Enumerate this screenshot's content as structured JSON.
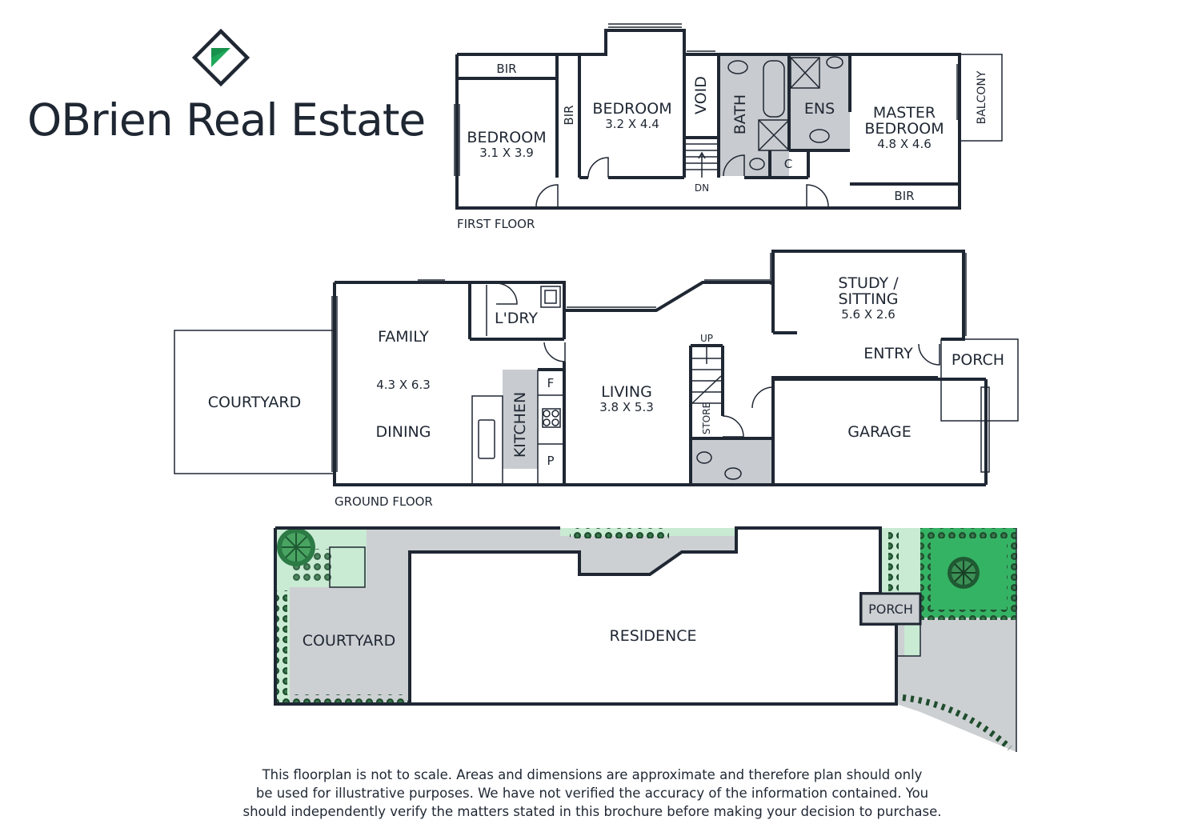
{
  "brand": {
    "name": "OBrien Real Estate",
    "logo_icon": "diamond-logo-icon",
    "accent_color": "#1fa85a"
  },
  "colors": {
    "wall": "#1f2733",
    "wet_area": "#c8cbcf",
    "paving": "#cdd0d3",
    "garden_light": "#c9ead3",
    "garden_dark": "#35b364",
    "shrub": "#1f6b3a"
  },
  "first_floor": {
    "label": "FIRST FLOOR",
    "rooms": {
      "bir_top": "BIR",
      "bir_side": "BIR",
      "bedroom3_name": "BEDROOM",
      "bedroom3_size": "3.1 X 3.9",
      "bedroom2_name": "BEDROOM",
      "bedroom2_size": "3.2 X 4.4",
      "void": "VOID",
      "bath": "BATH",
      "ens": "ENS",
      "cupboard": "C",
      "stairs_dn": "DN",
      "master_name_1": "MASTER",
      "master_name_2": "BEDROOM",
      "master_size": "4.8 X 4.6",
      "bir_master": "BIR",
      "balcony": "BALCONY"
    }
  },
  "ground_floor": {
    "label": "GROUND FLOOR",
    "rooms": {
      "courtyard": "COURTYARD",
      "family": "FAMILY",
      "family_size": "4.3 X 6.3",
      "dining": "DINING",
      "laundry": "L'DRY",
      "kitchen": "KITCHEN",
      "fridge": "F",
      "pantry": "P",
      "living": "LIVING",
      "living_size": "3.8 X 5.3",
      "stairs_up": "UP",
      "store": "STORE",
      "study_1": "STUDY /",
      "study_2": "SITTING",
      "study_size": "5.6 X 2.6",
      "entry": "ENTRY",
      "porch": "PORCH",
      "garage": "GARAGE"
    }
  },
  "site_plan": {
    "courtyard": "COURTYARD",
    "residence": "RESIDENCE",
    "porch": "PORCH"
  },
  "disclaimer": {
    "line1": "This floorplan is not to scale. Areas and dimensions are approximate and therefore plan should only",
    "line2": "be used for illustrative purposes. We have not verified the accuracy of the information contained. You",
    "line3": "should independently verify the matters stated in this brochure before making your decision to purchase."
  }
}
